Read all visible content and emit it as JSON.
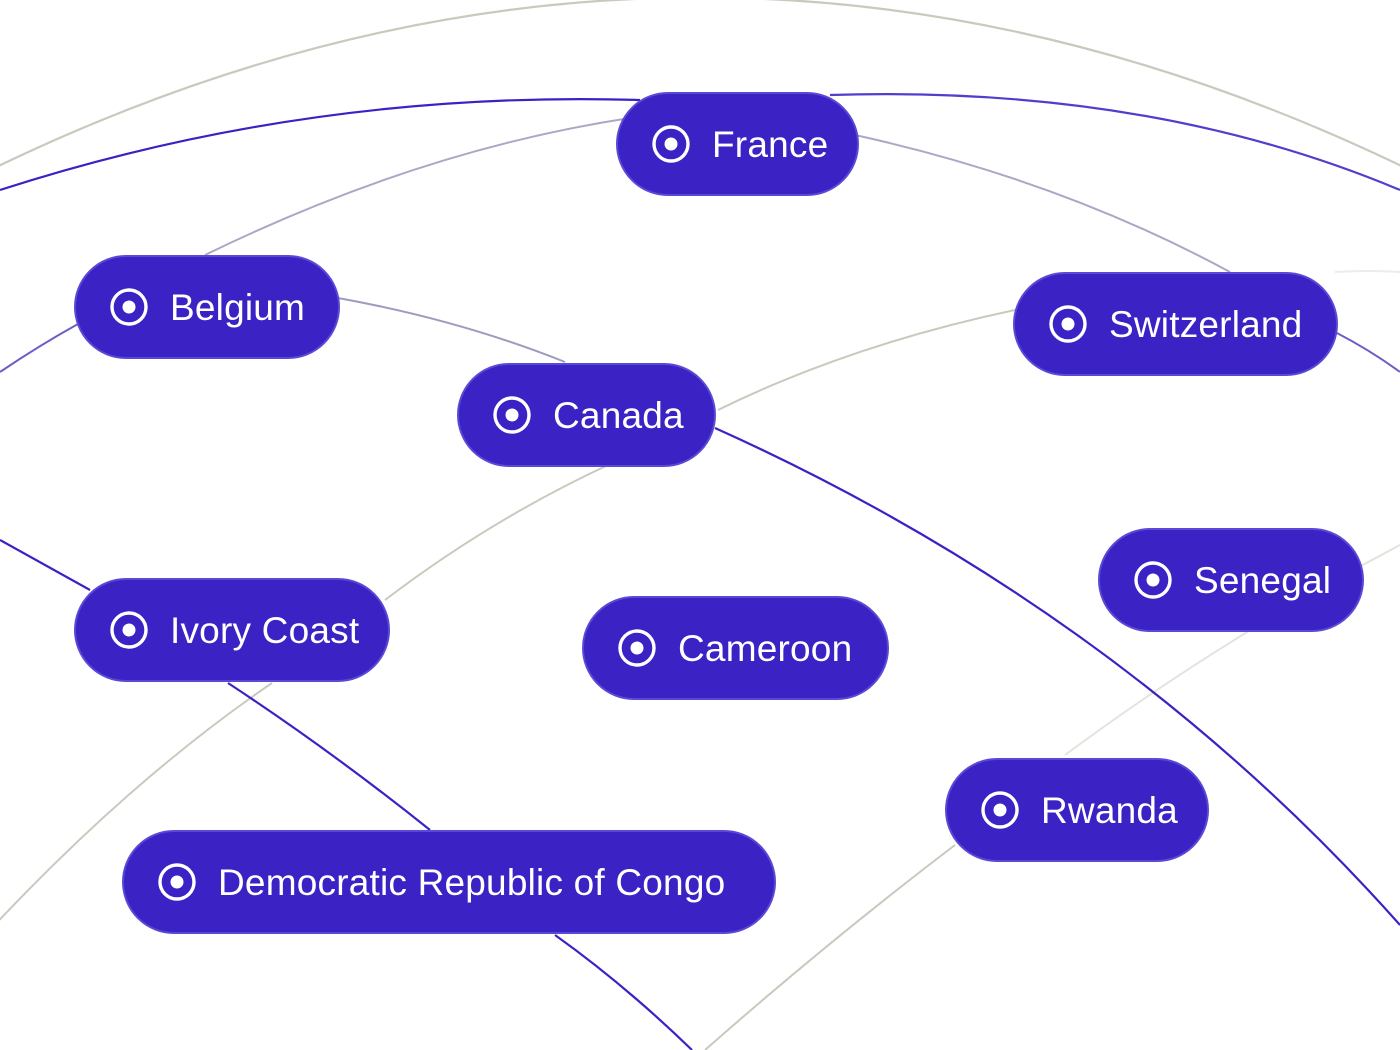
{
  "accent_color": "#3a22c4",
  "line_colors": {
    "primary": "#3a22c4",
    "muted": "#c9c9bd"
  },
  "chip_icon": "radio-target-icon",
  "countries": [
    {
      "id": "france",
      "label": "France"
    },
    {
      "id": "belgium",
      "label": "Belgium"
    },
    {
      "id": "switzerland",
      "label": "Switzerland"
    },
    {
      "id": "canada",
      "label": "Canada"
    },
    {
      "id": "senegal",
      "label": "Senegal"
    },
    {
      "id": "ivory-coast",
      "label": "Ivory Coast"
    },
    {
      "id": "cameroon",
      "label": "Cameroon"
    },
    {
      "id": "rwanda",
      "label": "Rwanda"
    },
    {
      "id": "drc",
      "label": "Democratic Republic of Congo"
    }
  ]
}
